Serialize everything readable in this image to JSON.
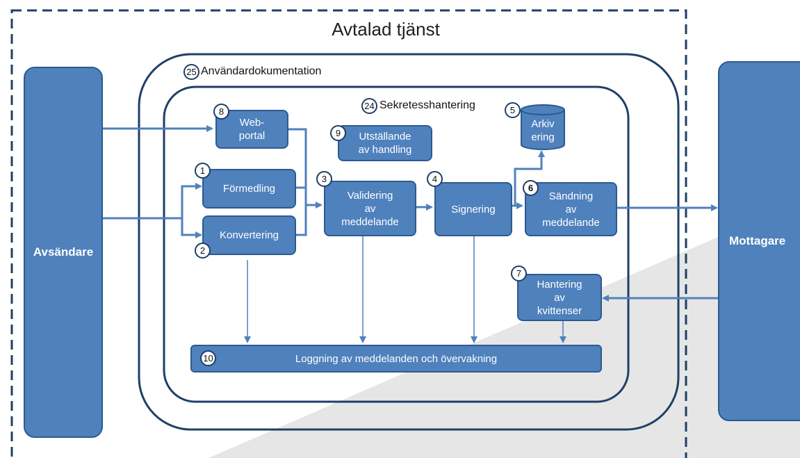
{
  "title": "Avtalad tjänst",
  "outer_scope": {
    "number": "25",
    "label": "Användardokumentation"
  },
  "inner_scope": {
    "number": "24",
    "label": "Sekretesshantering"
  },
  "sender": "Avsändare",
  "receiver": "Mottagare",
  "nodes": {
    "webportal": {
      "number": "8",
      "label": "Web-\nportal"
    },
    "utstallande": {
      "number": "9",
      "label": "Utställande\nav handling"
    },
    "arkivering": {
      "number": "5",
      "label": "Arkiv\nering"
    },
    "formedling": {
      "number": "1",
      "label": "Förmedling"
    },
    "konvertering": {
      "number": "2",
      "label": "Konvertering"
    },
    "validering": {
      "number": "3",
      "label": "Validering\nav\nmeddelande"
    },
    "signering": {
      "number": "4",
      "label": "Signering"
    },
    "sandning": {
      "number": "6",
      "label": "Sändning\nav\nmeddelande"
    },
    "kvittenser": {
      "number": "7",
      "label": "Hantering\nav\nkvittenser"
    },
    "loggning": {
      "number": "10",
      "label": "Loggning av meddelanden och övervakning"
    }
  },
  "colors": {
    "box_fill": "#4f81bd",
    "box_border": "#2c5a8f",
    "arrow": "#4f81bd",
    "frame": "#1f3f66",
    "shade": "#e6e6e6"
  }
}
